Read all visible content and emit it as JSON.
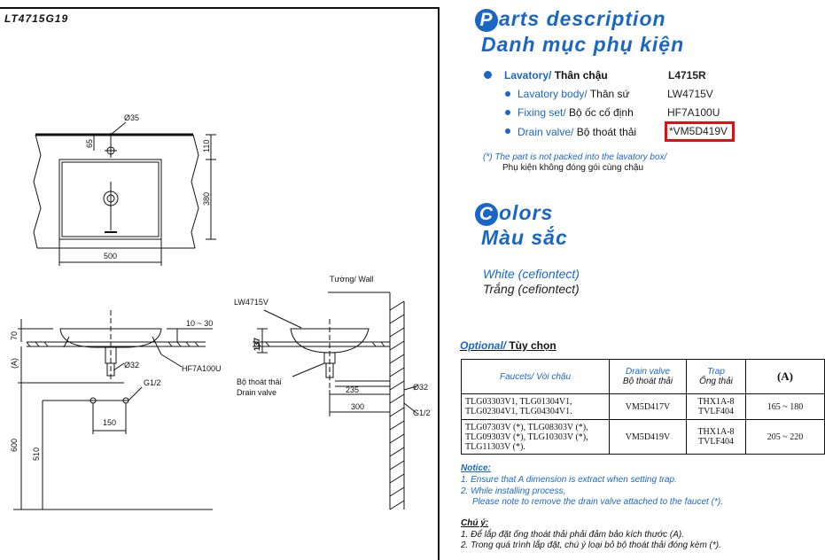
{
  "model_code": "LT4715G19",
  "drawing": {
    "top_view": {
      "hole_dia": "Ø35",
      "dim_65": "65",
      "dim_110": "110",
      "dim_380": "380",
      "dim_500": "500"
    },
    "front_view": {
      "dim_70": "70",
      "dim_10_30": "10 ~ 30",
      "dim_A": "(A)",
      "fixing_label": "HF7A100U",
      "outlet_dia": "Ø32",
      "g12": "G1/2",
      "dim_150": "150",
      "dim_600": "600",
      "dim_510": "510"
    },
    "side_view": {
      "wall_label": "Tường/ Wall",
      "body_label": "LW4715V",
      "dim_137": "137",
      "drain_label_vn": "Bộ thoát thải",
      "drain_label_en": "Drain valve",
      "outlet_dia": "Ø32",
      "g12": "G1/2",
      "dim_235": "235",
      "dim_300": "300"
    }
  },
  "parts": {
    "heading_cap": "P",
    "heading_en": "arts description",
    "heading_vn": "Danh mục phụ kiện",
    "main": {
      "label_en": "Lavatory/",
      "label_vn": " Thân chậu",
      "code": "L4715R"
    },
    "items": [
      {
        "label_en": "Lavatory body/",
        "label_vn": " Thân sứ",
        "code": "LW4715V"
      },
      {
        "label_en": "Fixing set/",
        "label_vn": " Bộ ốc cố định",
        "code": "HF7A100U"
      },
      {
        "label_en": "Drain valve/",
        "label_vn": " Bộ thoát thải",
        "code": "*VM5D419V"
      }
    ],
    "note_en": "(*) The part is not packed into the lavatory box/",
    "note_vn": "Phụ kiện không đóng gói cùng chậu"
  },
  "colors": {
    "heading_cap": "C",
    "heading_en": "olors",
    "heading_vn": "Màu sắc",
    "white_en": "White (cefiontect)",
    "white_vn": "Trắng (cefiontect)"
  },
  "optional": {
    "title_en": "Optional/",
    "title_vn": " Tùy chọn",
    "headers": {
      "faucets": "Faucets/ Vòi chậu",
      "drain_en": "Drain valve",
      "drain_vn": "Bộ thoát thải",
      "trap_en": "Trap",
      "trap_vn": "Ống thải",
      "a": "(A)"
    },
    "rows": [
      {
        "faucets": "TLG03303V1, TLG01304V1, TLG02304V1, TLG04304V1.",
        "drain": "VM5D417V",
        "trap": "THX1A-8 TVLF404",
        "a": "165 ~ 180"
      },
      {
        "faucets": "TLG07303V (*), TLG08303V (*), TLG09303V (*), TLG10303V (*), TLG11303V (*).",
        "drain": "VM5D419V",
        "trap": "THX1A-8 TVLF404",
        "a": "205 ~ 220"
      }
    ]
  },
  "notice": {
    "title": "Notice:",
    "line1": "1. Ensure that A dimension is extract when setting trap.",
    "line2": "2. While installing process,",
    "line3": "Please note to remove the drain valve attached to the faucet  (*).",
    "title_vn": "Chú ý:",
    "vn1": "1. Để lắp đặt ống thoát thải phải đảm bảo kích thước (A).",
    "vn2": "2. Trong quá trình lắp đặt, chú ý loại bỏ bộ thoát thải đóng kèm (*)."
  },
  "accent_color": "#1a66c4",
  "highlight_color": "#e01010"
}
